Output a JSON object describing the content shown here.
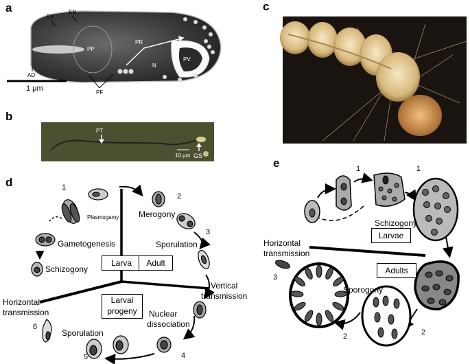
{
  "panels": {
    "a": {
      "letter": "a",
      "labels": {
        "ex": "EX",
        "en": "EN",
        "ad": "AD",
        "pp": "PP",
        "pr": "PR",
        "n": "N",
        "pv": "PV",
        "pf": "PF"
      },
      "scale_bar": "1 μm"
    },
    "b": {
      "letter": "b",
      "labels": {
        "pt": "PT",
        "gs": "GS"
      },
      "scale_bar": "10 μm"
    },
    "c": {
      "letter": "c"
    },
    "d": {
      "letter": "d",
      "boxes": {
        "larva": "Larva",
        "adult": "Adult",
        "larval_progeny_1": "Larval",
        "larval_progeny_2": "progeny"
      },
      "stages": {
        "plasmogamy": "Plasmogamy",
        "merogony": "Merogony",
        "gametogenesis": "Gametogenesis",
        "sporulation_top": "Sporulation",
        "schizogony": "Schizogony",
        "vertical_1": "Vertical",
        "vertical_2": "transmission",
        "horizontal_1": "Horizontal",
        "horizontal_2": "transmission",
        "nuclear_1": "Nuclear",
        "nuclear_2": "dissociation",
        "sporulation_bottom": "Sporulation"
      },
      "numbers": {
        "n1": "1",
        "n2": "2",
        "n3": "3",
        "n4": "4",
        "n5": "5",
        "n6": "6"
      }
    },
    "e": {
      "letter": "e",
      "boxes": {
        "larvae": "Larvae",
        "adults": "Adults"
      },
      "stages": {
        "schizogony": "Schizogony",
        "horizontal_1": "Horizontal",
        "horizontal_2": "transmission",
        "sporogony": "Sporogony"
      },
      "numbers": {
        "n1a": "1",
        "n1b": "1",
        "n2a": "2",
        "n2b": "2",
        "n3": "3"
      }
    }
  }
}
